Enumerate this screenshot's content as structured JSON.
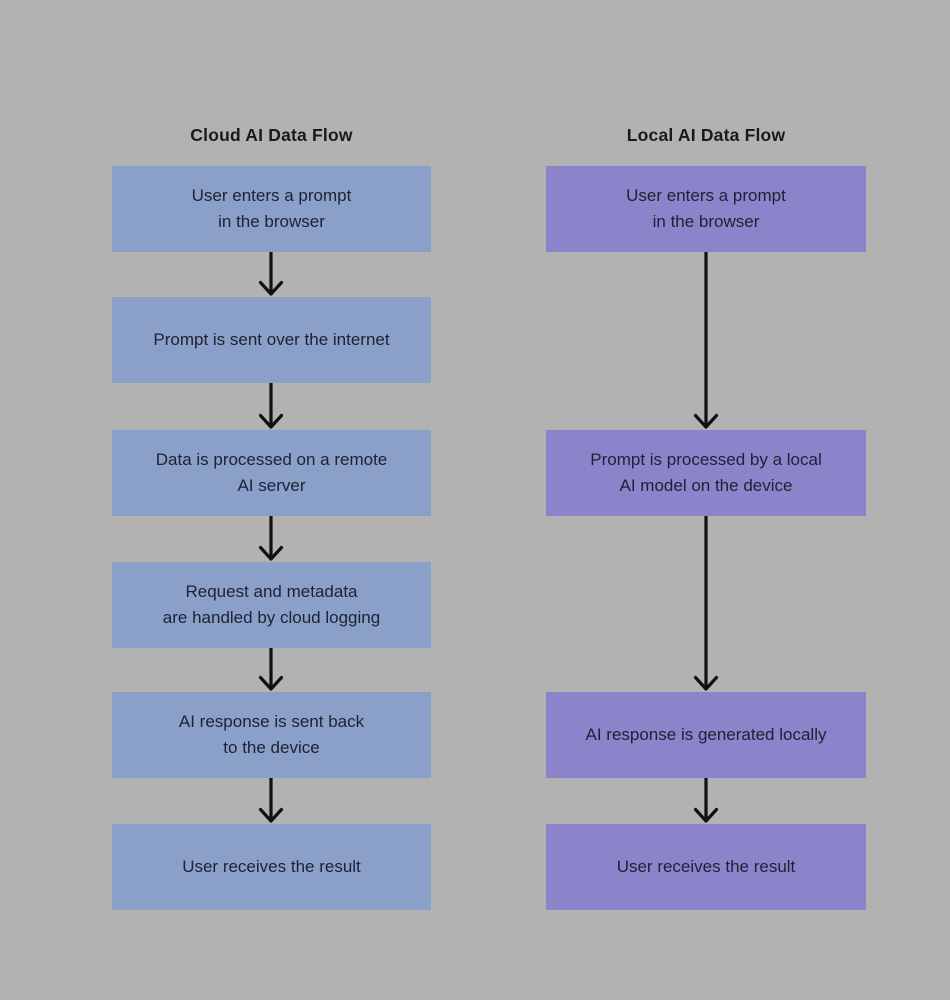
{
  "diagram": {
    "type": "flowchart",
    "background_color": "#b2b2b2",
    "arrow_color": "#111111",
    "node_text_color": "#1e2134",
    "title_text_color": "#1a1a1a",
    "columns": [
      {
        "title": "Cloud AI Data Flow",
        "box_color": "#8aa0c9",
        "nodes": [
          {
            "label": "User enters a prompt\nin the browser"
          },
          {
            "label": "Prompt is sent over the internet"
          },
          {
            "label": "Data is processed on a remote\nAI server"
          },
          {
            "label": "Request and metadata\nare handled by cloud logging"
          },
          {
            "label": "AI response is sent back\nto the device"
          },
          {
            "label": "User receives the result"
          }
        ]
      },
      {
        "title": "Local AI Data Flow",
        "box_color": "#8b84ca",
        "nodes": [
          {
            "label": "User enters a prompt\nin the browser"
          },
          {
            "label": "Prompt is processed by a local\nAI model on the device"
          },
          {
            "label": "AI response is generated locally"
          },
          {
            "label": "User receives the result"
          }
        ]
      }
    ]
  }
}
